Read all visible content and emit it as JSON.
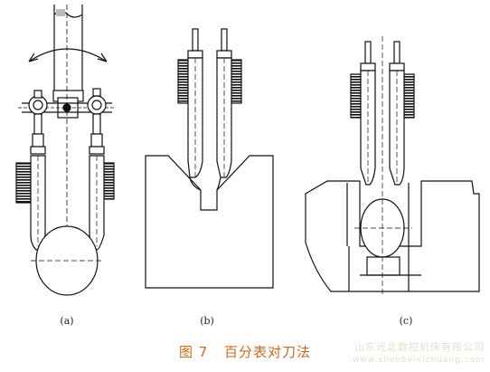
{
  "figure": {
    "subfigure_labels": [
      "(a)",
      "(b)",
      "(c)"
    ],
    "caption_number": "图 7",
    "caption_title": "百分表对刀法"
  },
  "watermark": {
    "line1": "山东光北数控机床有限公司",
    "line2": "www.shenbeixichuang.com"
  }
}
